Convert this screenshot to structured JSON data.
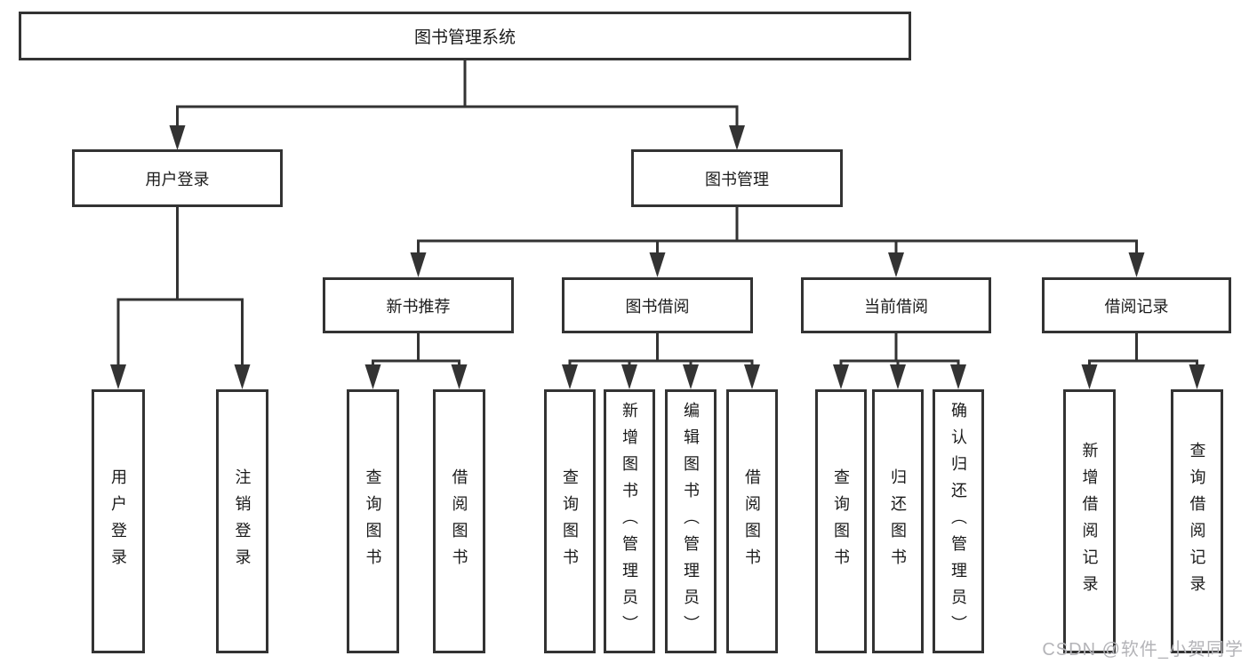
{
  "diagram": {
    "root": {
      "label": "图书管理系统"
    },
    "level2": [
      {
        "label": "用户登录"
      },
      {
        "label": "图书管理"
      }
    ],
    "level3": [
      {
        "label": "新书推荐"
      },
      {
        "label": "图书借阅"
      },
      {
        "label": "当前借阅"
      },
      {
        "label": "借阅记录"
      }
    ],
    "leaves": {
      "user_login": [
        "用户登录",
        "注销登录"
      ],
      "new_book_recommend": [
        "查询图书",
        "借阅图书"
      ],
      "book_borrow": [
        "查询图书",
        "新增图书（管理员）",
        "编辑图书（管理员）",
        "借阅图书"
      ],
      "current_borrow": [
        "查询图书",
        "归还图书",
        "确认归还（管理员）"
      ],
      "borrow_records": [
        "新增借阅记录",
        "查询借阅记录"
      ]
    },
    "colors": {
      "line": "#333333",
      "text": "#1a1a1a",
      "box_background": "#ffffff"
    }
  },
  "watermark": {
    "text": "CSDN @软件_小贺同学",
    "color": "#b4b4b8"
  }
}
